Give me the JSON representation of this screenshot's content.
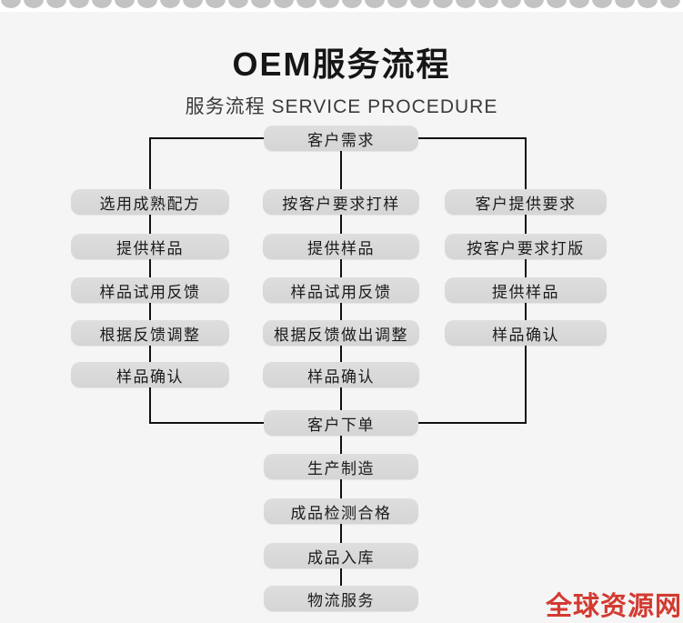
{
  "header": {
    "title": "OEM服务流程",
    "subtitle": "服务流程 SERVICE PROCEDURE"
  },
  "flowchart": {
    "top_node": "客户需求",
    "columns": [
      {
        "name": "left",
        "steps": [
          "选用成熟配方",
          "提供样品",
          "样品试用反馈",
          "根据反馈调整",
          "样品确认"
        ]
      },
      {
        "name": "middle",
        "steps": [
          "按客户要求打样",
          "提供样品",
          "样品试用反馈",
          "根据反馈做出调整",
          "样品确认"
        ]
      },
      {
        "name": "right",
        "steps": [
          "客户提供要求",
          "按客户要求打版",
          "提供样品",
          "样品确认"
        ]
      }
    ],
    "bottom_steps": [
      "客户下单",
      "生产制造",
      "成品检测合格",
      "成品入库",
      "物流服务"
    ]
  },
  "watermark": {
    "text": "全球资源网"
  },
  "colors": {
    "background": "#f5f5f5",
    "box_fill": "#d9d9d9",
    "line": "#111111",
    "scallop_gray": "#c3c3c3",
    "accent_red": "#d23b31"
  }
}
